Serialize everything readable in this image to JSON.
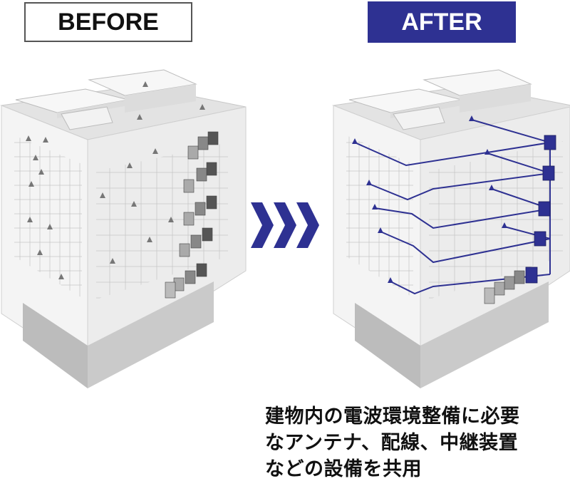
{
  "labels": {
    "before": "BEFORE",
    "after": "AFTER"
  },
  "caption": {
    "lines": [
      "建物内の電波環境整備に必要",
      "なアンテナ、配線、中継装置",
      "などの設備を共用"
    ]
  },
  "colors": {
    "accent": "#2e3192",
    "building_face": "#f3f3f3",
    "building_side": "#e6e6e6",
    "base": "#cfcfcf",
    "grid_line": "#b9b9b9"
  },
  "icons": {
    "arrow": "triple-chevron-right-icon",
    "antenna": "antenna-icon",
    "repeater": "repeater-device-icon"
  }
}
